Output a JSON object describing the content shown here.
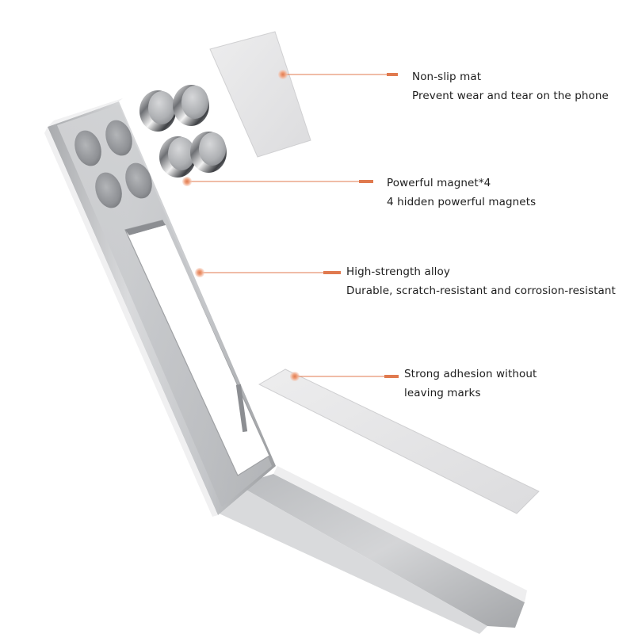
{
  "accent_color": "#e07a4f",
  "callouts": {
    "mat": {
      "title": "Non-slip mat",
      "desc": "Prevent wear and tear on the phone"
    },
    "magnet": {
      "title": "Powerful magnet*4",
      "desc": "4 hidden powerful magnets"
    },
    "alloy": {
      "title": "High-strength alloy",
      "desc": "Durable, scratch-resistant and corrosion-resistant"
    },
    "adhesion": {
      "title": "Strong adhesion without",
      "desc": "leaving marks"
    }
  }
}
